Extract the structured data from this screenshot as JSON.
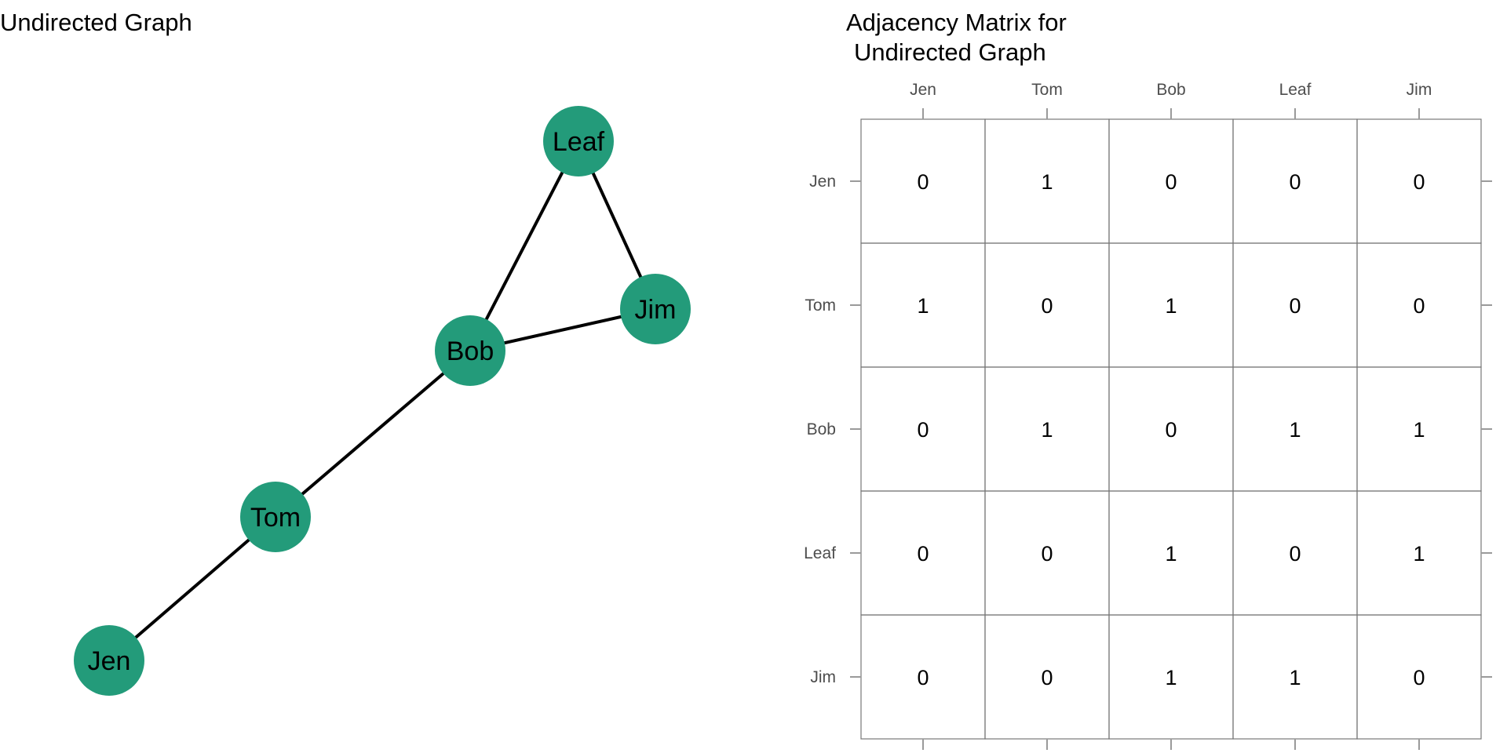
{
  "graph": {
    "title": "Undirected Graph",
    "node_color": "#239b7a",
    "nodes": [
      "Leaf",
      "Jim",
      "Bob",
      "Tom",
      "Jen"
    ],
    "edges": [
      [
        "Jen",
        "Tom"
      ],
      [
        "Tom",
        "Bob"
      ],
      [
        "Bob",
        "Leaf"
      ],
      [
        "Bob",
        "Jim"
      ],
      [
        "Leaf",
        "Jim"
      ]
    ]
  },
  "matrix": {
    "title_line1": "Adjacency Matrix for",
    "title_line2": "Undirected Graph",
    "columns": [
      "Jen",
      "Tom",
      "Bob",
      "Leaf",
      "Jim"
    ],
    "rows": [
      "Jen",
      "Tom",
      "Bob",
      "Leaf",
      "Jim"
    ],
    "values": [
      [
        0,
        1,
        0,
        0,
        0
      ],
      [
        1,
        0,
        1,
        0,
        0
      ],
      [
        0,
        1,
        0,
        1,
        1
      ],
      [
        0,
        0,
        1,
        0,
        1
      ],
      [
        0,
        0,
        1,
        1,
        0
      ]
    ]
  }
}
